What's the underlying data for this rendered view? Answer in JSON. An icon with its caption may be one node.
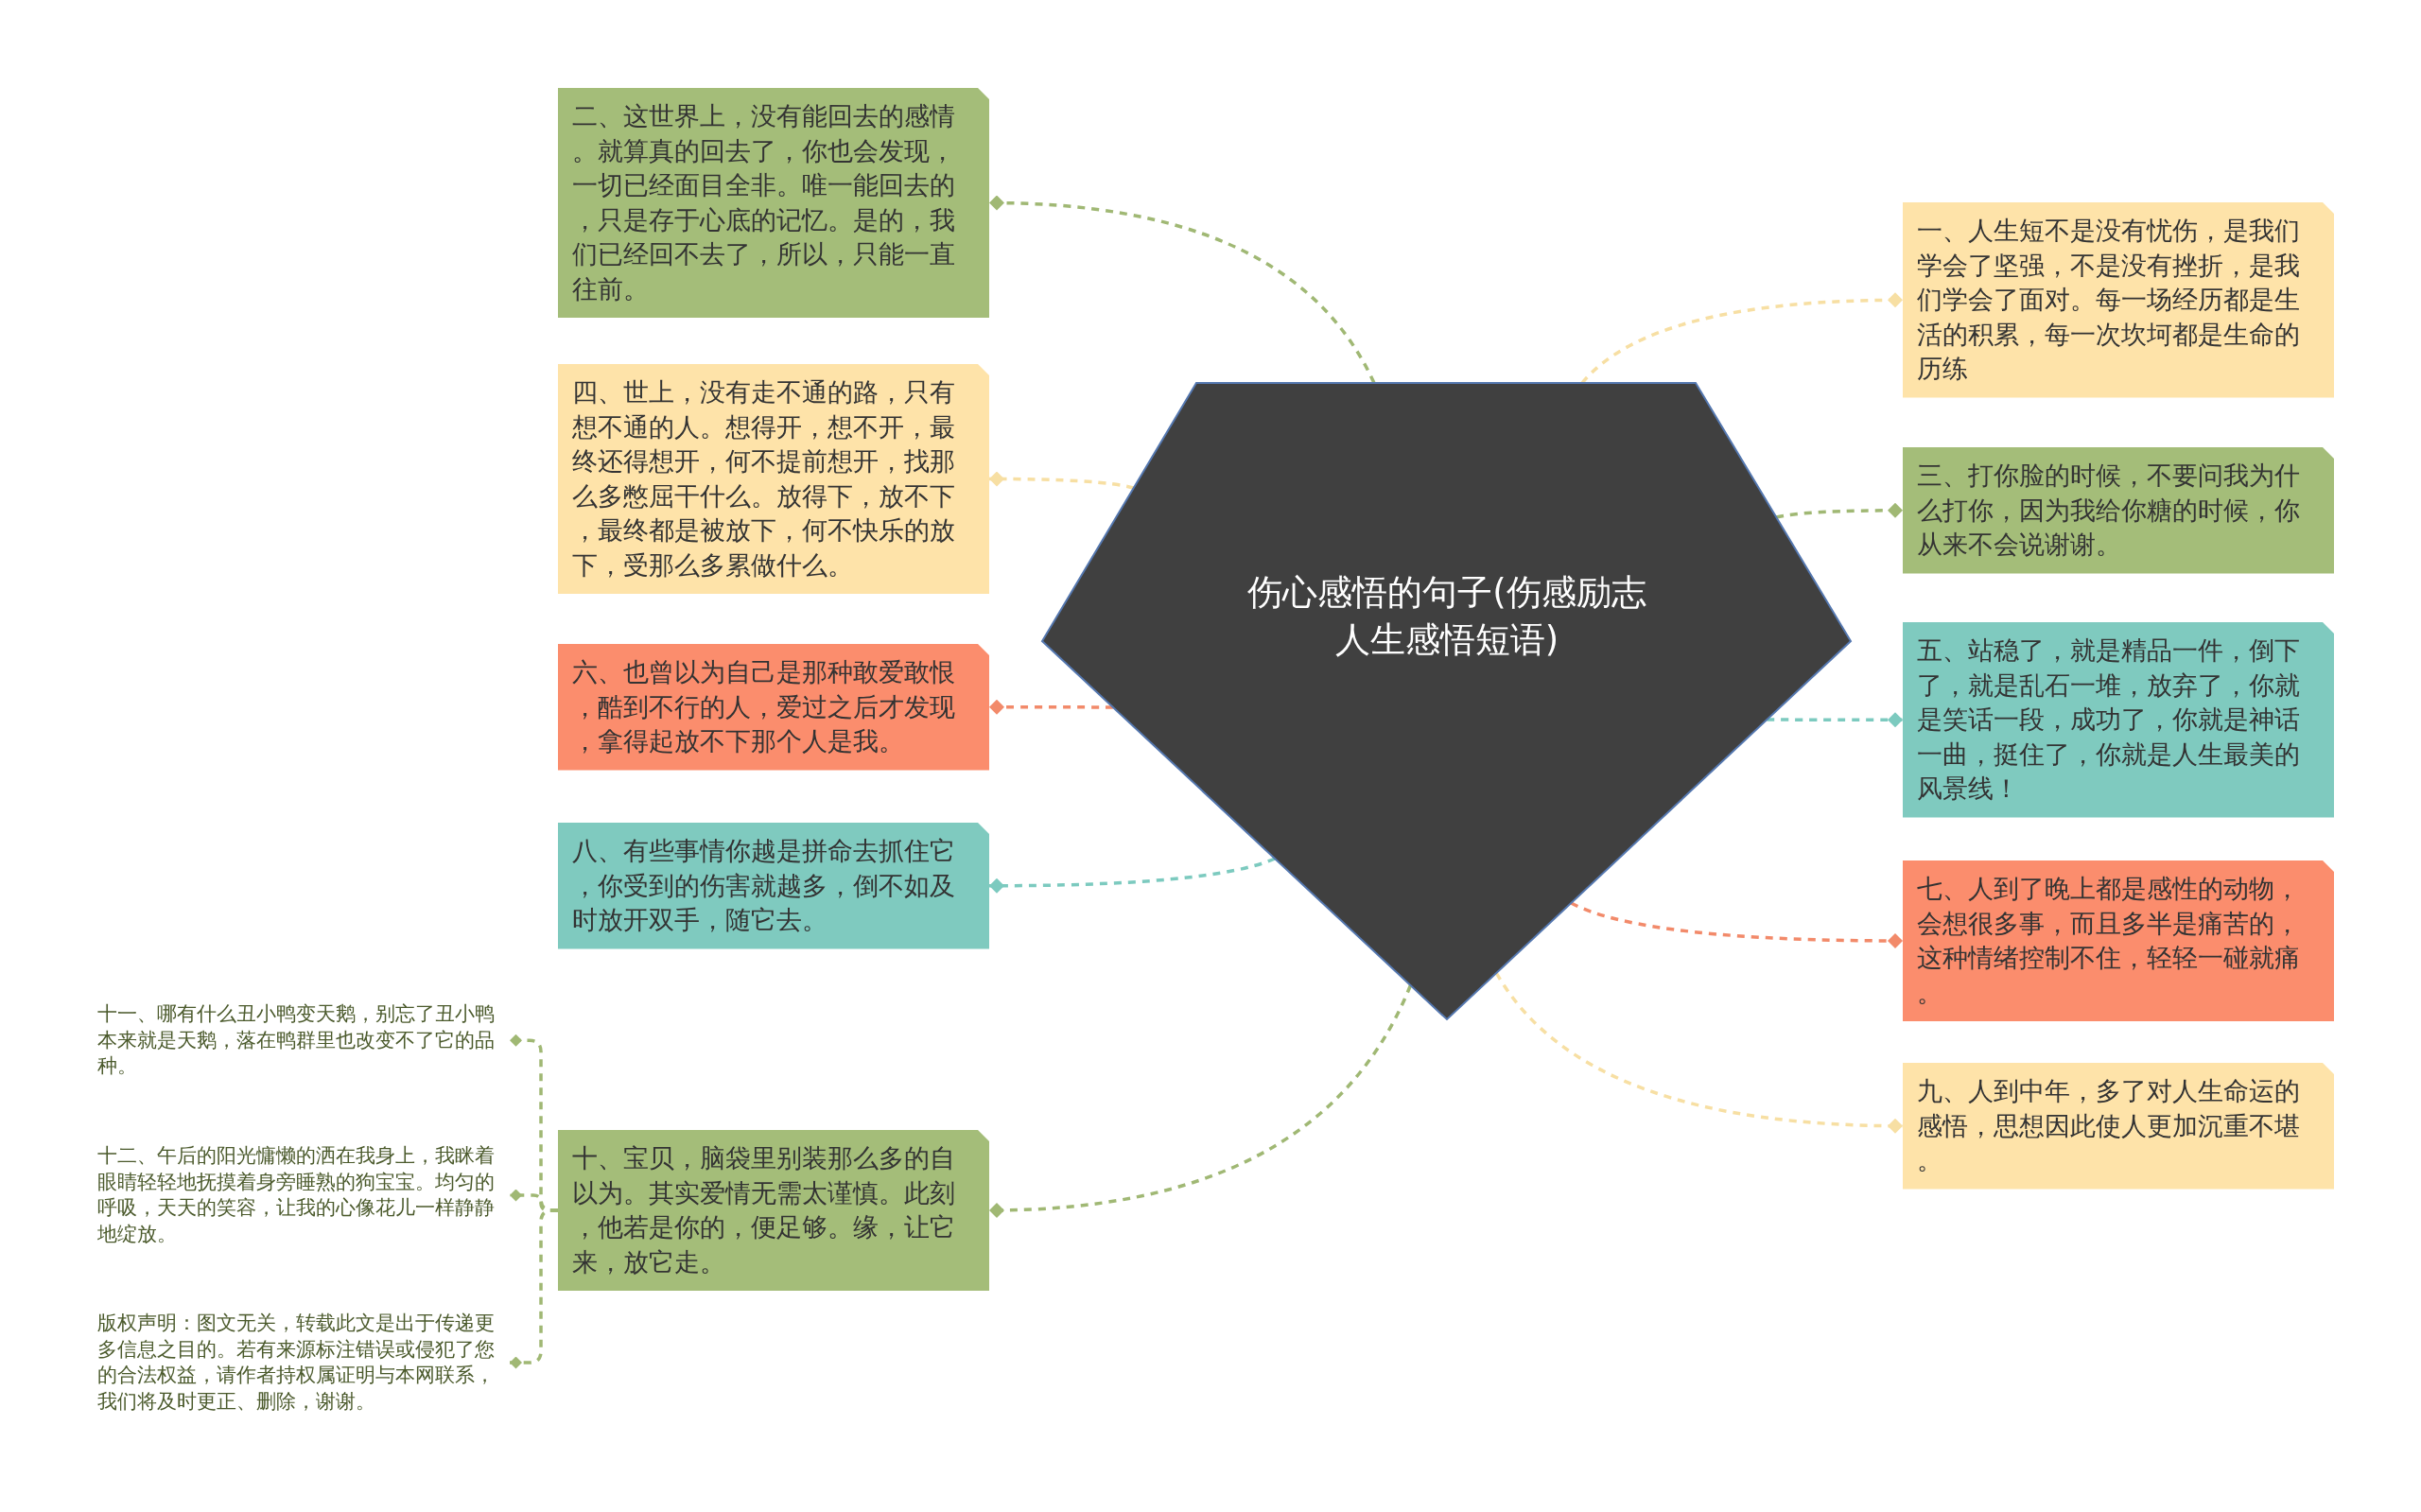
{
  "diagram": {
    "nodes": [
      {
        "text": [
          "伤心感悟的句子(伤感励志人生感悟短语)"
        ]
      },
      {
        "text": [
          "一、人生短不是没有忧伤，是我们学会了坚强，不是没有挫折，是我们学会了面对。每一场经历都是生活的积累，每一次坎坷都是生命的历练"
        ]
      },
      {
        "text": [
          "二、这世界上，没有能回去的感情。就算真的回去了，你也会发现，一切已经面目全非。唯一能回去的，只是存于心底的记忆。是的，我们已经回不去了，所以，只能一直往前。"
        ]
      },
      {
        "text": [
          "三、打你脸的时候，不要问我为什么打你，因为我给你糖的时候，你从来不会说谢谢。"
        ]
      },
      {
        "text": [
          "四、世上，没有走不通的路，只有想不通的人。想得开，想不开，最终还得想开，何不提前想开，找那么多憋屈干什么。放得下，放不下，最终都是被放下，何不快乐的放下，受那么多累做什么。"
        ]
      },
      {
        "text": [
          "五、站稳了，就是精品一件，倒下了，就是乱石一堆，放弃了，你就是笑话一段，成功了，你就是神话一曲，挺住了，你就是人生最美的风景线！"
        ]
      },
      {
        "text": [
          "六、也曾以为自己是那种敢爱敢恨，酷到不行的人，爱过之后才发现，拿得起放不下那个人是我。"
        ]
      },
      {
        "text": [
          "七、人到了晚上都是感性的动物，会想很多事，而且多半是痛苦的，这种情绪控制不住，轻轻一碰就痛。"
        ]
      },
      {
        "text": [
          "八、有些事情你越是拼命去抓住它，你受到的伤害就越多，倒不如及时放开双手，随它去。"
        ]
      },
      {
        "text": [
          "九、人到中年，多了对人生命运的感悟，思想因此使人更加沉重不堪。"
        ]
      },
      {
        "text": [
          "十、宝贝，脑袋里别装那么多的自以为。其实爱情无需太谨慎。此刻，他若是你的，便足够。缘，让它来，放它走。"
        ]
      },
      {
        "text": [
          "十一、哪有什么丑小鸭变天鹅，别忘了丑小鸭本来就是天鹅，落在鸭群里也改变不了它的品种。"
        ]
      },
      {
        "text": [
          "十二、午后的阳光慵懒的洒在我身上，我眯着眼睛轻轻地抚摸着身旁睡熟的狗宝宝。均匀的呼吸，天天的笑容，让我的心像花儿一样静静地绽放。"
        ]
      },
      {
        "text": [
          "版权声明：图文无关，转载此文是出于传递更多信息之目的。若有来源标注错误或侵犯了您的合法权益，请作者持权属证明与本网联系，我们将及时更正、删除，谢谢。"
        ]
      }
    ],
    "edges": [
      {
        "from": 0,
        "to": 1,
        "arrow": "other",
        "style": "dashed",
        "color": "#f7dfa3"
      },
      {
        "from": 0,
        "to": 2,
        "arrow": "other",
        "style": "dashed"
      },
      {
        "from": 0,
        "to": 3,
        "arrow": "other",
        "style": "dashed"
      },
      {
        "from": 0,
        "to": 4,
        "arrow": "other",
        "style": "dashed",
        "color": "#f7dfa3"
      },
      {
        "from": 0,
        "to": 5,
        "arrow": "other",
        "style": "dashed",
        "color": "#7ccabf"
      },
      {
        "from": 0,
        "to": 6,
        "arrow": "other",
        "style": "dashed",
        "color": "#f28a6a"
      },
      {
        "from": 0,
        "to": 7,
        "arrow": "other",
        "style": "dashed",
        "color": "#f28a6a"
      },
      {
        "from": 0,
        "to": 8,
        "arrow": "other",
        "style": "dashed",
        "color": "#7ccabf"
      },
      {
        "from": 0,
        "to": 9,
        "arrow": "other",
        "style": "dashed",
        "color": "#f7dfa3"
      },
      {
        "from": 0,
        "to": 10,
        "arrow": "other",
        "style": "dashed"
      },
      {
        "from": 10,
        "to": 11,
        "arrow": "other",
        "style": "dashed"
      },
      {
        "from": 10,
        "to": 12,
        "arrow": "other",
        "style": "dashed"
      },
      {
        "from": 10,
        "to": 13,
        "arrow": "other",
        "style": "dashed"
      }
    ]
  }
}
